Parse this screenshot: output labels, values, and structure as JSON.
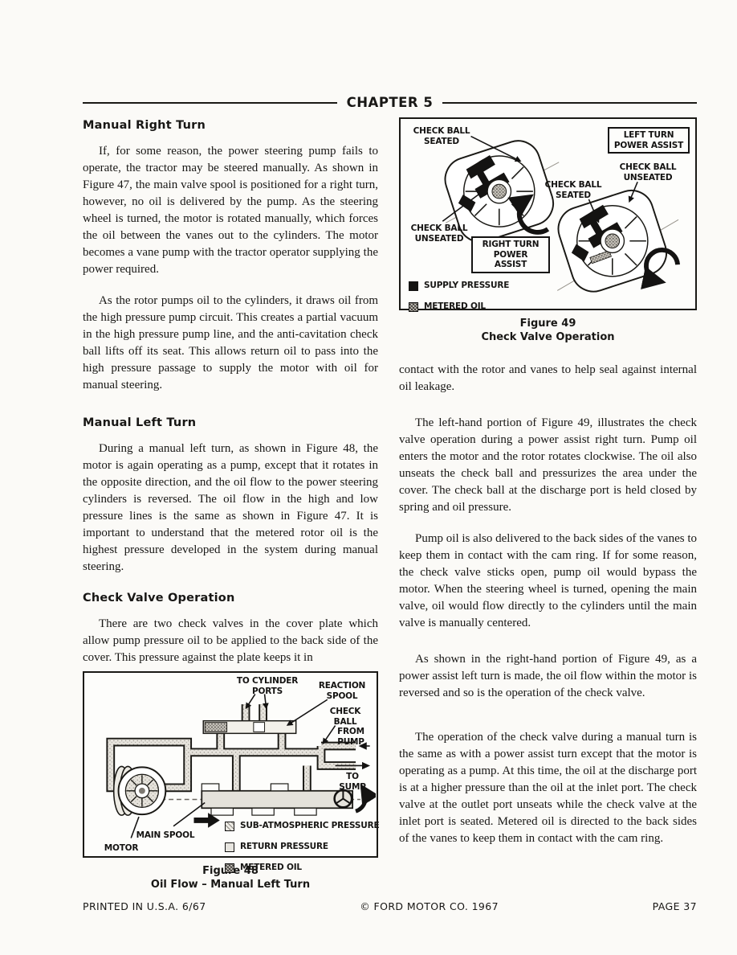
{
  "header": {
    "chapter": "CHAPTER 5"
  },
  "left_column": {
    "section1": {
      "heading": "Manual Right Turn",
      "para1": "If, for some reason, the power steering pump fails to operate, the tractor may be steered manually. As shown in Figure 47, the main valve spool is positioned for a right turn, however, no oil is delivered by the pump. As the steering wheel is turned, the motor is rotated manually, which forces the oil between the vanes out to the cylinders. The motor becomes a vane pump with the tractor operator supplying the power required.",
      "para2": "As the rotor pumps oil to the cylinders, it draws oil from the high pressure pump circuit. This creates a partial vacuum in the high pressure pump line, and the anti-cavitation check ball lifts off its seat. This allows return oil to pass into the high pressure passage to supply the motor with oil for manual steering."
    },
    "section2": {
      "heading": "Manual Left Turn",
      "para1": "During a manual left turn, as shown in Figure 48, the motor is again operating as a pump, except that it rotates in the opposite direction, and the oil flow to the power steering cylinders is reversed. The oil flow in the high and low pressure lines is the same as shown in Figure 47. It is important to understand that the metered rotor oil is the highest pressure developed in the system during manual steering."
    },
    "section3": {
      "heading": "Check Valve Operation",
      "para1": "There are two check valves in the cover plate which allow pump pressure oil to be applied to the back side of the cover. This pressure against the plate keeps it in"
    }
  },
  "figure48": {
    "labels": {
      "to_cylinder_ports": "TO CYLINDER PORTS",
      "reaction_spool": "REACTION SPOOL",
      "check_ball": "CHECK BALL",
      "from_pump": "FROM PUMP",
      "to_sump": "TO SUMP",
      "main_spool": "MAIN SPOOL",
      "motor": "MOTOR"
    },
    "legend": {
      "sub_atmospheric": "SUB-ATMOSPHERIC PRESSURE",
      "return_pressure": "RETURN PRESSURE",
      "metered_oil": "METERED OIL"
    },
    "caption_line1": "Figure 48",
    "caption_line2": "Oil Flow – Manual Left Turn"
  },
  "figure49": {
    "labels": {
      "check_ball_seated_left": "CHECK BALL SEATED",
      "left_turn_power_assist": "LEFT TURN POWER ASSIST",
      "check_ball_unseated_right": "CHECK BALL UNSEATED",
      "check_ball_seated_mid": "CHECK BALL SEATED",
      "check_ball_unseated_left": "CHECK BALL UNSEATED",
      "right_turn_power_assist": "RIGHT TURN POWER ASSIST"
    },
    "legend": {
      "supply_pressure": "SUPPLY PRESSURE",
      "metered_oil": "METERED OIL"
    },
    "caption_line1": "Figure 49",
    "caption_line2": "Check Valve Operation"
  },
  "right_column": {
    "para1": "contact with the rotor and vanes to help seal against internal oil leakage.",
    "para2": "The left-hand portion of Figure 49, illustrates the check valve operation during a power assist right turn. Pump oil enters the motor and the rotor rotates clockwise. The oil also unseats the check ball and pressurizes the area under the cover. The check ball at the discharge port is held closed by spring and oil pressure.",
    "para3": "Pump oil is also delivered to the back sides of the vanes to keep them in contact with the cam ring. If for some reason, the check valve sticks open, pump oil would bypass the motor. When the steering wheel is turned, opening the main valve, oil would flow directly to the cylinders until the main valve is manually centered.",
    "para4": "As shown in the right-hand portion of Figure 49, as a power assist left turn is made, the oil flow within the motor is reversed and so is the operation of the check valve.",
    "para5": "The operation of the check valve during a manual turn is the same as with a power assist turn except that the motor is operating as a pump. At this time, the oil at the discharge port is at a higher pressure than the oil at the inlet port. The check valve at the outlet port unseats while the check valve at the inlet port is seated. Metered oil is directed to the back sides of the vanes to keep them in contact with the cam ring."
  },
  "footer": {
    "left": "PRINTED IN U.S.A. 6/67",
    "center": "© FORD MOTOR CO. 1967",
    "right": "PAGE 37"
  }
}
